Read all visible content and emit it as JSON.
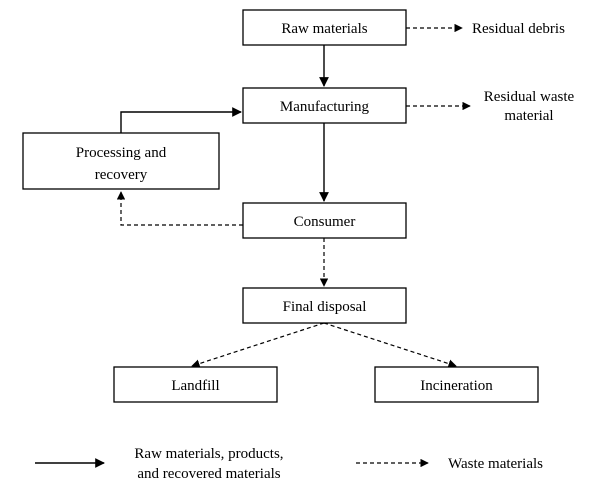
{
  "nodes": {
    "raw_materials": "Raw materials",
    "manufacturing": "Manufacturing",
    "processing_recovery": [
      "Processing and",
      "recovery"
    ],
    "consumer": "Consumer",
    "final_disposal": "Final disposal",
    "landfill": "Landfill",
    "incineration": "Incineration"
  },
  "outputs": {
    "residual_debris": "Residual debris",
    "residual_waste": [
      "Residual waste",
      "material"
    ]
  },
  "legend": {
    "solid": [
      "Raw materials, products,",
      "and recovered materials"
    ],
    "dashed": "Waste materials"
  },
  "colors": {
    "line": "#000000",
    "background": "#ffffff"
  }
}
